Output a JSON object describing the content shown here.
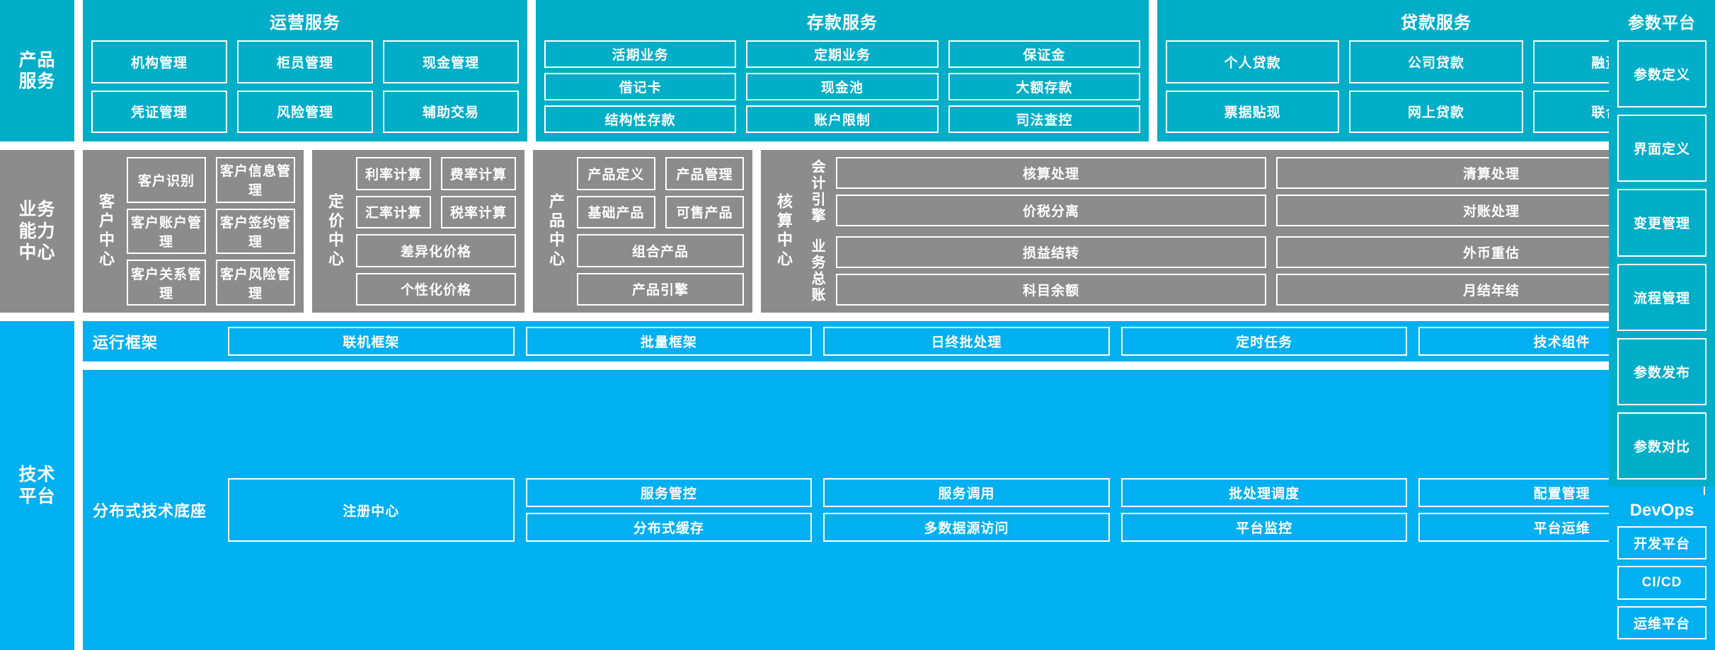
{
  "layers": {
    "product_services": {
      "rail_lines": [
        "产品",
        "服务"
      ],
      "groups": [
        {
          "title": "运营服务",
          "tiles": [
            "机构管理",
            "柜员管理",
            "现金管理",
            "凭证管理",
            "风险管理",
            "辅助交易"
          ]
        },
        {
          "title": "存款服务",
          "tiles": [
            "活期业务",
            "定期业务",
            "保证金",
            "借记卡",
            "现金池",
            "大额存款",
            "结构性存款",
            "账户限制",
            "司法查控"
          ]
        },
        {
          "title": "贷款服务",
          "tiles": [
            "个人贷款",
            "公司贷款",
            "融资贷款",
            "票据贴现",
            "网上贷款",
            "联合贷款"
          ]
        }
      ]
    },
    "business_capability": {
      "rail_lines": [
        "业务",
        "能力",
        "中心"
      ],
      "centers": [
        {
          "name": "客户中心",
          "tiles": [
            "客户识别",
            "客户信息管理",
            "客户账户管理",
            "客户签约管理",
            "客户关系管理",
            "客户风险管理"
          ]
        },
        {
          "name": "定价中心",
          "tiles": [
            "利率计算",
            "费率计算",
            "汇率计算",
            "税率计算"
          ],
          "wide_tiles": [
            "差异化价格",
            "个性化价格"
          ]
        },
        {
          "name": "产品中心",
          "tiles": [
            "产品定义",
            "产品管理",
            "基础产品",
            "可售产品"
          ],
          "wide_tiles": [
            "组合产品",
            "产品引擎"
          ]
        },
        {
          "name": "核算中心",
          "subgroups": [
            {
              "name": "会计引擎",
              "tiles": [
                "核算处理",
                "清算处理",
                "价税分离",
                "对账处理"
              ]
            },
            {
              "name": "业务总账",
              "tiles": [
                "损益结转",
                "外币重估",
                "科目余额",
                "月结年结"
              ]
            }
          ]
        }
      ]
    },
    "technology_platform": {
      "rail_lines": [
        "技术",
        "平台"
      ],
      "rows": [
        {
          "label": "运行框架",
          "columns": [
            {
              "tiles": [
                "联机框架"
              ]
            },
            {
              "tiles": [
                "批量框架"
              ]
            },
            {
              "tiles": [
                "日终批处理"
              ]
            },
            {
              "tiles": [
                "定时任务"
              ]
            },
            {
              "tiles": [
                "技术组件"
              ]
            }
          ]
        },
        {
          "label": "分布式技术底座",
          "columns": [
            {
              "tiles": [
                "注册中心"
              ]
            },
            {
              "tiles": [
                "服务管控",
                "分布式缓存"
              ]
            },
            {
              "tiles": [
                "服务调用",
                "多数据源访问"
              ]
            },
            {
              "tiles": [
                "批处理调度",
                "平台监控"
              ]
            },
            {
              "tiles": [
                "配置管理",
                "平台运维"
              ]
            }
          ]
        }
      ]
    }
  },
  "side_panels": {
    "parameter_platform": {
      "title": "参数平台",
      "items": [
        "参数定义",
        "界面定义",
        "变更管理",
        "流程管理",
        "参数发布",
        "参数对比"
      ]
    },
    "devops": {
      "title": "DevOps",
      "items": [
        "开发平台",
        "CI/CD",
        "运维平台"
      ]
    }
  },
  "colors": {
    "teal": "#00aec8",
    "bright_blue": "#00b0f0",
    "gray": "#8c8c8c",
    "border": "#ffffff"
  }
}
